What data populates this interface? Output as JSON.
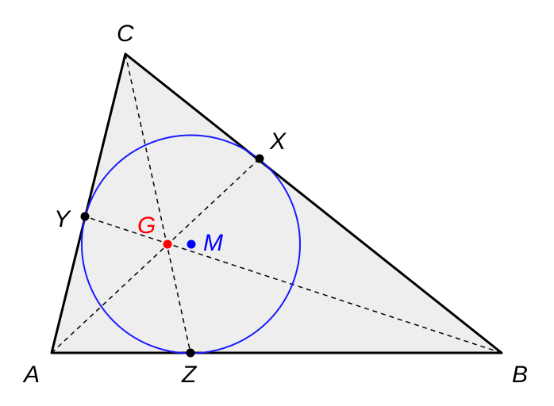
{
  "points": {
    "A": "A",
    "B": "B",
    "C": "C",
    "X": "X",
    "Y": "Y",
    "Z": "Z",
    "G": "G",
    "M": "M"
  },
  "colors": {
    "triangle_fill": "#eeeeee",
    "triangle_stroke": "#000000",
    "incircle": "#1a1aff",
    "centroid": "#ff0000",
    "center_m": "#0000ff"
  }
}
